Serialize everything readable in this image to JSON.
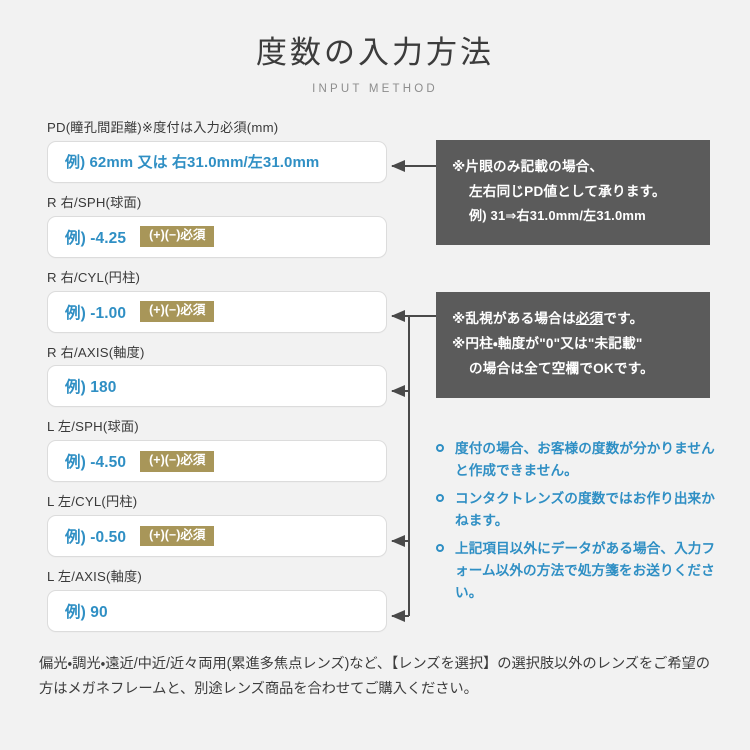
{
  "header": {
    "title_ja": "度数の入力方法",
    "title_en": "INPUT METHOD"
  },
  "form": {
    "fields": [
      {
        "label": "PD(瞳孔間距離)※度付は入力必須(mm)",
        "placeholder": "例) 62mm 又は 右31.0mm/左31.0mm",
        "badge": ""
      },
      {
        "label": "R 右/SPH(球面)",
        "placeholder": "例) -4.25",
        "badge": "(+)(−)必須"
      },
      {
        "label": "R 右/CYL(円柱)",
        "placeholder": "例) -1.00",
        "badge": "(+)(−)必須"
      },
      {
        "label": "R 右/AXIS(軸度)",
        "placeholder": "例) 180",
        "badge": ""
      },
      {
        "label": "L 左/SPH(球面)",
        "placeholder": "例) -4.50",
        "badge": "(+)(−)必須"
      },
      {
        "label": "L 左/CYL(円柱)",
        "placeholder": "例) -0.50",
        "badge": "(+)(−)必須"
      },
      {
        "label": "L 左/AXIS(軸度)",
        "placeholder": "例) 90",
        "badge": ""
      }
    ]
  },
  "notes": {
    "box1": {
      "line1": "※片眼のみ記載の場合、",
      "line2": "左右同じPD値として承ります。",
      "line3": "例) 31⇒右31.0mm/左31.0mm"
    },
    "box2": {
      "line1_a": "※乱視がある場合は",
      "line1_b": "必須",
      "line1_c": "です。",
      "line2": "※円柱・軸度が\"0\"又は\"未記載\"",
      "line3": "の場合は全て空欄でOKです。"
    }
  },
  "bullets": [
    "度付の場合、お客様の度数が分かりませんと作成できません。",
    "コンタクトレンズの度数ではお作り出来かねます。",
    "上記項目以外にデータがある場合、入力フォーム以外の方法で処方箋をお送りください。"
  ],
  "footer": {
    "text": "偏光・調光・遠近/中近/近々両用(累進多焦点レンズ)など、【レンズを選択】の選択肢以外のレンズをご希望の方はメガネフレームと、別途レンズ商品を合わせてご購入ください。"
  },
  "colors": {
    "background": "#f2f2f2",
    "accent_blue": "#2f8fc4",
    "badge_khaki": "#a89659",
    "note_gray": "#5b5b5b",
    "text_dark": "#3a3a3a"
  }
}
